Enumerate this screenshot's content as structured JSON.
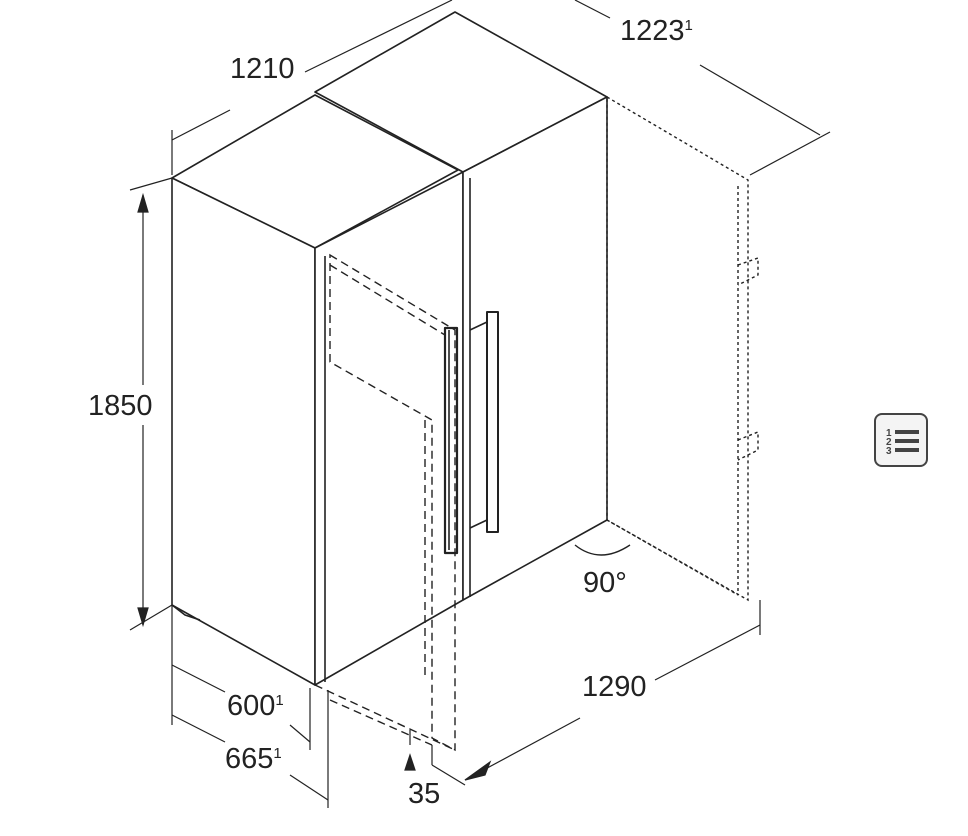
{
  "drawing": {
    "dimensions": {
      "width_total": "1210",
      "depth_open": "1223",
      "depth_open_note": "1",
      "height": "1850",
      "depth": "600",
      "depth_note": "1",
      "depth_with_handle": "665",
      "depth_with_handle_note": "1",
      "width_open": "1290",
      "door_angle": "90°",
      "gap": "35"
    }
  },
  "legend_button": {
    "icon": "numbered-list-icon",
    "digits": [
      "1",
      "2",
      "3"
    ]
  },
  "colors": {
    "line": "#222222",
    "button_border": "#444444",
    "button_bg": "#f4f4f4"
  }
}
